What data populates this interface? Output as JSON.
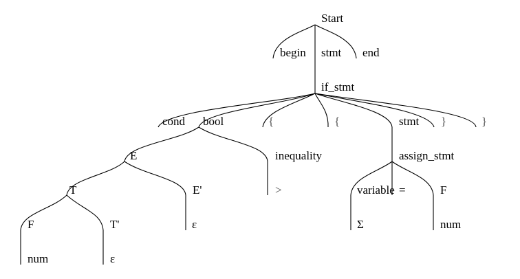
{
  "tree": {
    "nodes": {
      "start": "Start",
      "begin": "begin",
      "stmt_top": "stmt",
      "end": "end",
      "if_stmt": "if_stmt",
      "cond": "cond",
      "bool": "bool",
      "lbrace1": "{",
      "lbrace2": "{",
      "stmt_mid": "stmt",
      "rbrace1": "}",
      "rbrace2": "}",
      "E": "E",
      "inequality": "inequality",
      "assign_stmt": "assign_stmt",
      "T": "T",
      "E_prime": "E'",
      "gt": ">",
      "variable": "variable",
      "eq": "=",
      "F_right": "F",
      "F_left": "F",
      "T_prime": "T'",
      "eps_E": "ε",
      "sigma": "Σ",
      "num_right": "num",
      "num_left": "num",
      "eps_T": "ε"
    }
  }
}
